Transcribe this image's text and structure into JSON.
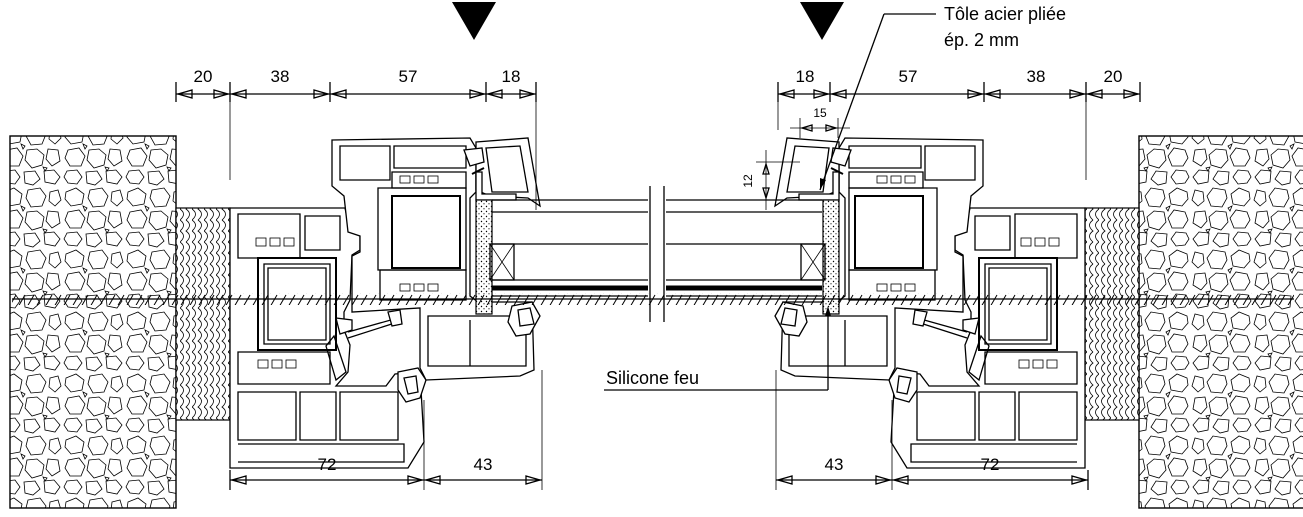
{
  "annotations": {
    "steel_sheet_line1": "Tôle acier pliée",
    "steel_sheet_line2": "ép. 2 mm",
    "fire_silicone": "Silicone feu"
  },
  "dimensions": {
    "top_left": [
      "20",
      "38",
      "57",
      "18"
    ],
    "top_right": [
      "18",
      "57",
      "38",
      "20"
    ],
    "detail_width": "15",
    "detail_height": "12",
    "bottom_left": [
      "72",
      "43"
    ],
    "bottom_right": [
      "43",
      "72"
    ]
  },
  "icons": {
    "glazing_marker": "down-triangle-icon"
  },
  "colors": {
    "line": "#000000",
    "background": "#ffffff"
  }
}
